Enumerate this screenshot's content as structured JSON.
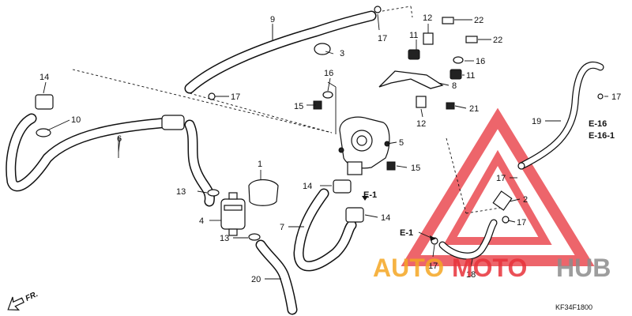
{
  "callouts": {
    "c1": "1",
    "c2": "2",
    "c3": "3",
    "c4": "4",
    "c5": "5",
    "c6": "6",
    "c7": "7",
    "c8": "8",
    "c9": "9",
    "c10": "10",
    "c11a": "11",
    "c11b": "11",
    "c12a": "12",
    "c12b": "12",
    "c13a": "13",
    "c13b": "13",
    "c14a": "14",
    "c14b": "14",
    "c14c": "14",
    "c15a": "15",
    "c15b": "15",
    "c16a": "16",
    "c16b": "16",
    "c17a": "17",
    "c17b": "17",
    "c17c": "17",
    "c17d": "17",
    "c17e": "17",
    "c17f": "17",
    "c18": "18",
    "c19": "19",
    "c20": "20",
    "c21": "21",
    "c22a": "22",
    "c22b": "22"
  },
  "refs": {
    "e1_top": "E-1",
    "e1_bottom": "E-1",
    "e16": "E-16",
    "e161": "E-16-1"
  },
  "direction_label": "FR.",
  "diagram_code": "KF34F1800",
  "watermark": {
    "auto": "AUTO",
    "moto": "MOTO",
    "hub": "HUB",
    "color_red": "#e8323a",
    "color_orange": "#f5a623",
    "color_gray": "#8c8c8c"
  }
}
